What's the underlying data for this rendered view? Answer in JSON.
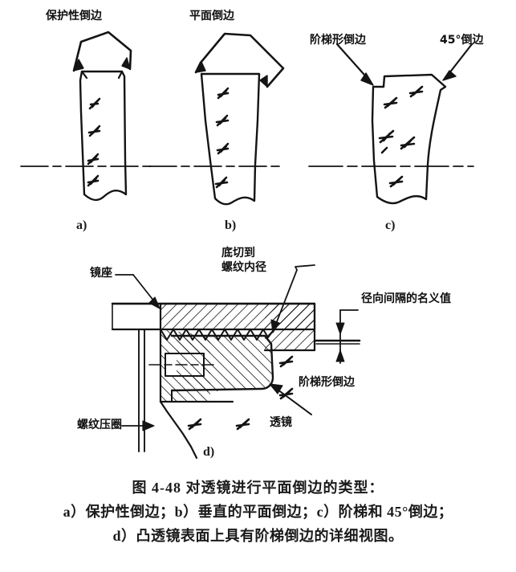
{
  "figure": {
    "caption_lines": [
      "图 4-48    对透镜进行平面倒边的类型：",
      "a）保护性倒边；b）垂直的平面倒边；c）阶梯和 45°倒边；",
      "d）凸透镜表面上具有阶梯倒边的详细视图。"
    ],
    "figure_number": "图 4-48"
  },
  "panels": [
    {
      "id": "a",
      "letter": "a)",
      "annotation": "保护性倒边",
      "description": "保护性倒边透镜剖面，顶部带两个指向倒边的箭头"
    },
    {
      "id": "b",
      "letter": "b)",
      "annotation": "平面倒边",
      "description": "垂直的平面倒边透镜剖面"
    },
    {
      "id": "c",
      "letter": "c)",
      "annotations": [
        "阶梯形倒边",
        "45°倒边"
      ],
      "annotation_left": "阶梯形倒边",
      "annotation_right": "45°倒边",
      "description": "阶梯和45°倒边透镜剖面"
    },
    {
      "id": "d",
      "letter": "d)",
      "annotations": [
        "镜座",
        "底切到",
        "螺纹内径",
        "径向间隔的名义值",
        "螺纹压圈",
        "阶梯形倒边",
        "透镜"
      ],
      "label_mount": "镜座",
      "label_undercut_line1": "底切到",
      "label_undercut_line2": "螺纹内径",
      "label_radial_gap": "径向间隔的名义值",
      "label_retainer": "螺纹压圈",
      "label_step_bevel": "阶梯形倒边",
      "label_lens": "透镜"
    }
  ],
  "colors": {
    "ink": "#101010",
    "background": "#ffffff",
    "line": "#141414"
  }
}
